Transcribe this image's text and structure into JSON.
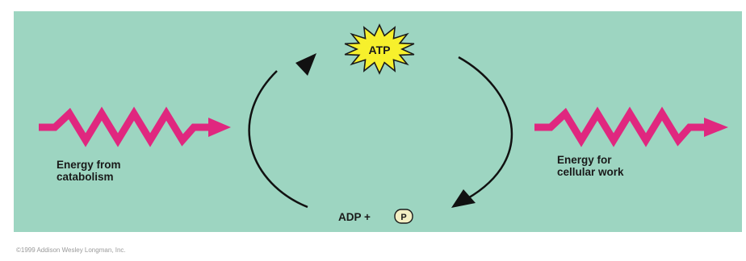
{
  "diagram": {
    "atp_label": "ATP",
    "adp_label": "ADP +",
    "phosphate_symbol": "P",
    "left_label_line1": "Energy from",
    "left_label_line2": "catabolism",
    "right_label_line1": "Energy for",
    "right_label_line2": "cellular work",
    "copyright": "©1999 Addison Wesley Longman, Inc."
  },
  "colors": {
    "panel": "#9dd5c1",
    "energy_arrow": "#e0277f",
    "atp_burst_fill": "#f7f02c",
    "cycle_arrow": "#111111",
    "text": "#1a1a1a"
  },
  "icons": {
    "atp": "starburst",
    "phosphate": "circled-p",
    "energy_input": "zigzag-arrow",
    "energy_output": "zigzag-arrow"
  }
}
